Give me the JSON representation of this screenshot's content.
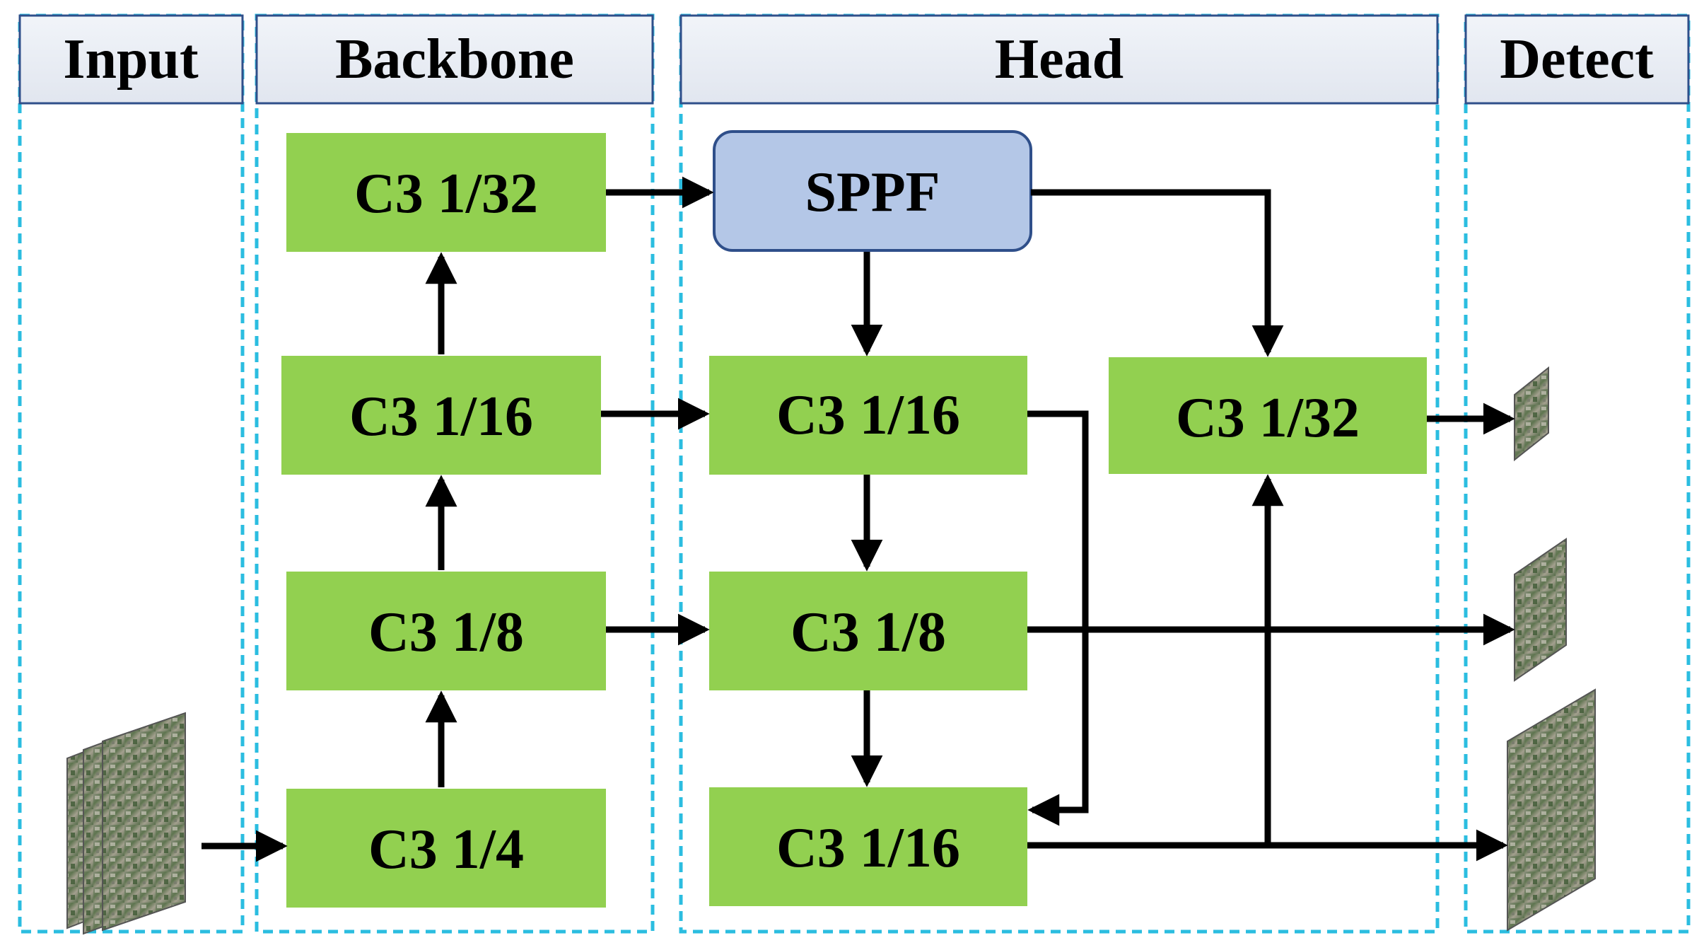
{
  "sections": {
    "input": "Input",
    "backbone": "Backbone",
    "head": "Head",
    "detect": "Detect"
  },
  "backbone": {
    "c3_32": "C3 1/32",
    "c3_16": "C3 1/16",
    "c3_8": "C3 1/8",
    "c3_4": "C3 1/4"
  },
  "head": {
    "sppf": "SPPF",
    "c3_16_top": "C3 1/16",
    "c3_32": "C3 1/32",
    "c3_8": "C3 1/8",
    "c3_16_bottom": "C3 1/16"
  },
  "colors": {
    "block_green": "#92d050",
    "sppf_fill": "#b4c7e7",
    "sppf_stroke": "#2f4f8a",
    "dashed_border": "#2bbde0",
    "header_fill": "#e9edf4"
  },
  "images": {
    "input": "aerial-image-stack",
    "detect_small": "aerial-image-small",
    "detect_medium": "aerial-image-medium",
    "detect_large": "aerial-image-large"
  }
}
